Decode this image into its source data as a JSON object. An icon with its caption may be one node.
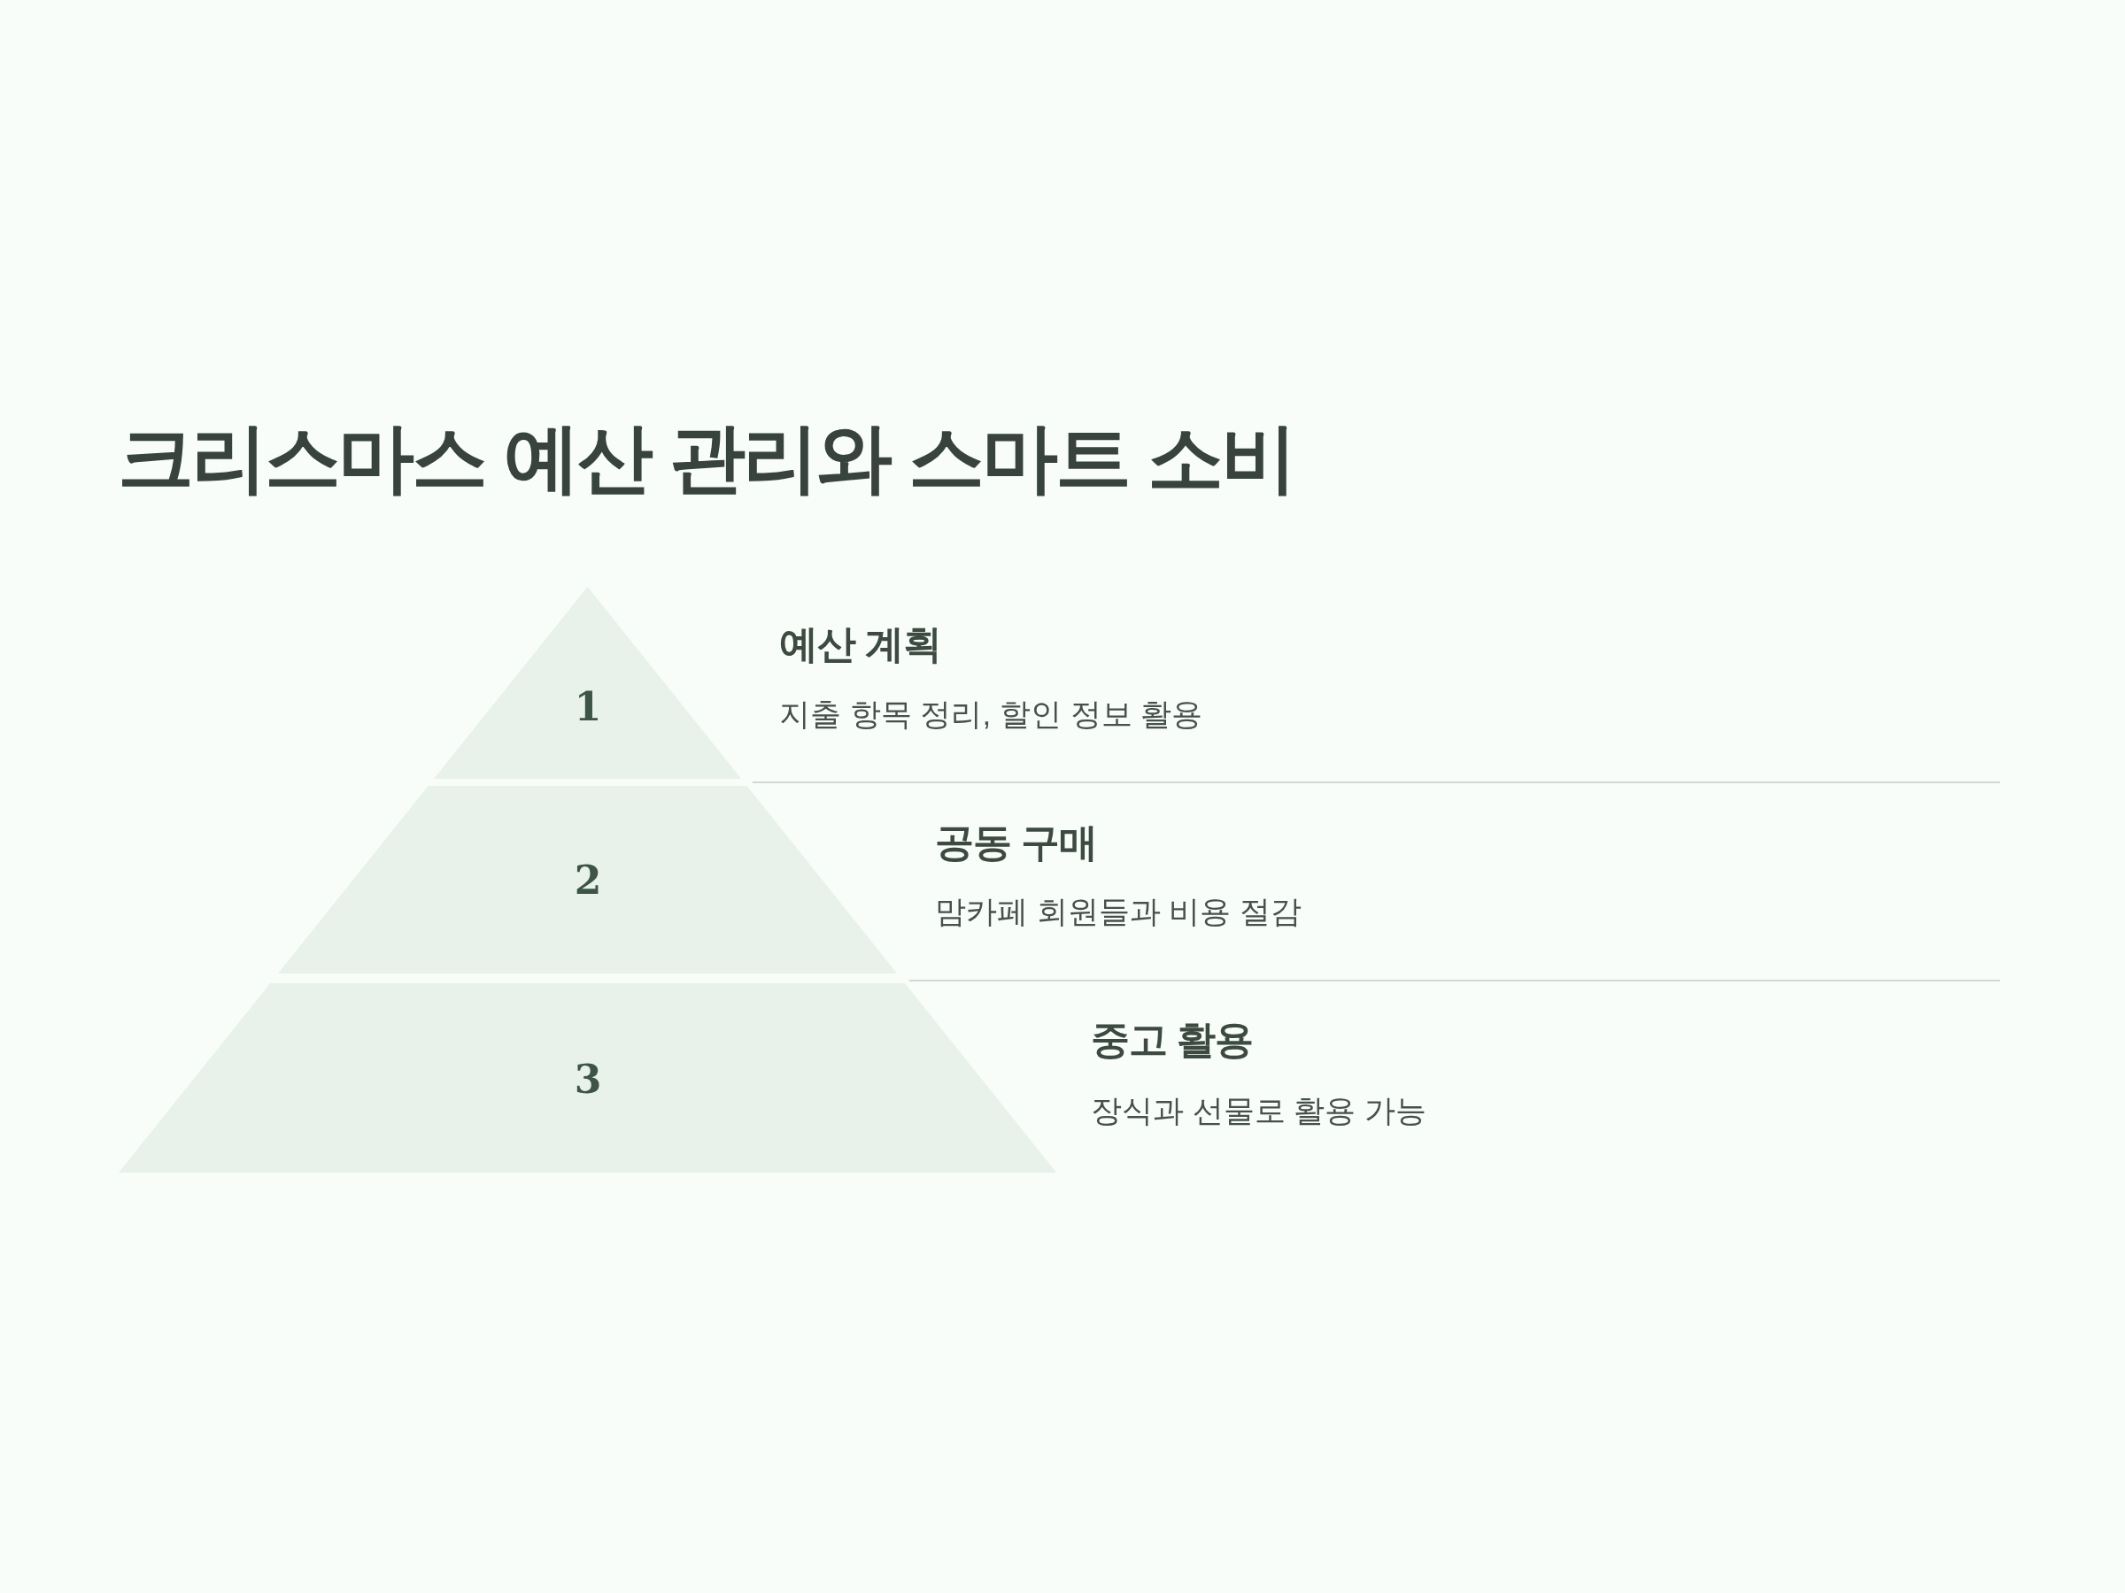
{
  "diagram": {
    "title": "크리스마스 예산 관리와 스마트 소비",
    "nodes": [
      {
        "text": [
          "1"
        ],
        "beside": [
          "예산 계획",
          "지출 항목 정리, 할인 정보 활용"
        ]
      },
      {
        "text": [
          "2"
        ],
        "beside": [
          "공동 구매",
          "맘카페 회원들과 비용 절감"
        ]
      },
      {
        "text": [
          "3"
        ],
        "beside": [
          "중고 활용",
          "장식과 선물로 활용 가능"
        ]
      }
    ]
  }
}
